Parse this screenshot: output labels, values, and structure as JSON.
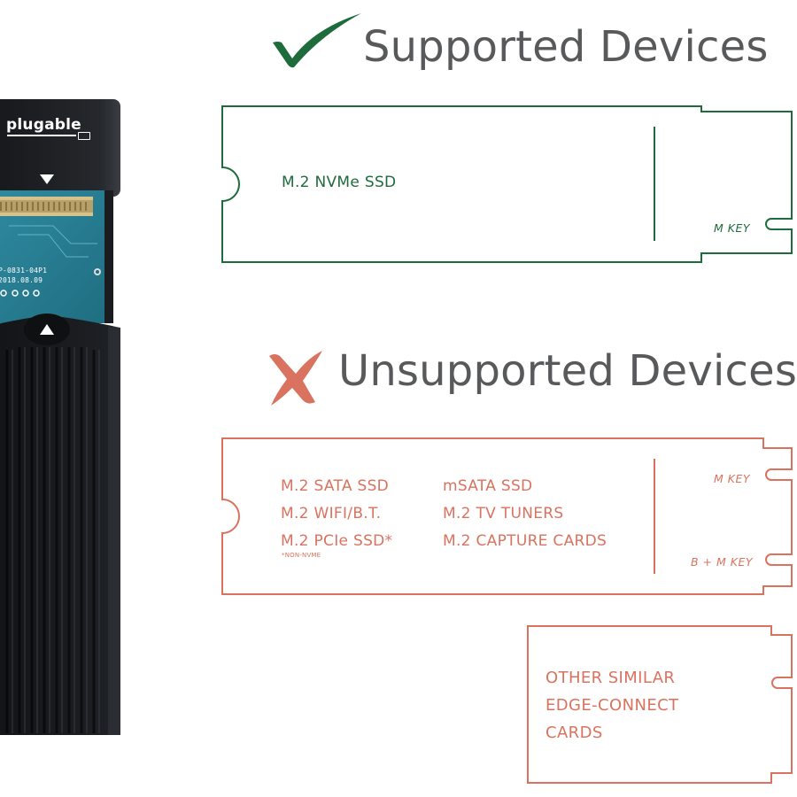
{
  "product": {
    "brand": "plugable",
    "pcb_code": "P-0831-04P1",
    "pcb_date": "2018.08.09"
  },
  "supported": {
    "heading": "Supported Devices",
    "icon": "check-icon",
    "color": "#1e6b3c",
    "card_label": "M.2 NVMe SSD",
    "key_label": "M KEY"
  },
  "unsupported": {
    "heading": "Unsupported Devices",
    "icon": "x-mark-icon",
    "color": "#d9735f",
    "left_column": [
      "M.2 SATA SSD",
      "M.2 WIFI/B.T.",
      "M.2 PCIe SSD*"
    ],
    "footnote": "*NON-NVME",
    "right_column": [
      "mSATA SSD",
      "M.2 TV TUNERS",
      "M.2 CAPTURE CARDS"
    ],
    "key_top": "M KEY",
    "key_bottom": "B + M KEY"
  },
  "other": {
    "lines": [
      "OTHER SIMILAR",
      "EDGE-CONNECT",
      "CARDS"
    ]
  }
}
